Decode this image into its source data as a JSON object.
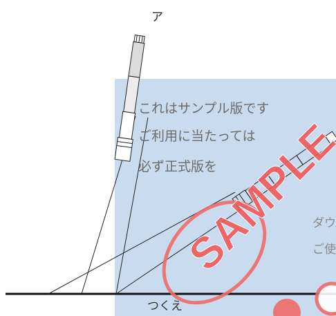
{
  "labels": {
    "point": "ア",
    "desk": "つくえ"
  },
  "sample_notice": {
    "line1": "これはサンプル版です",
    "line2": "ご利用に当たっては",
    "line3": "必ず正式版を",
    "side1": "ダウ",
    "side2": "ご使"
  },
  "watermark": {
    "text": "SAMPLE",
    "color": "#f06a6a"
  },
  "colors": {
    "panel": "#c9dbee",
    "ink": "#111111"
  }
}
